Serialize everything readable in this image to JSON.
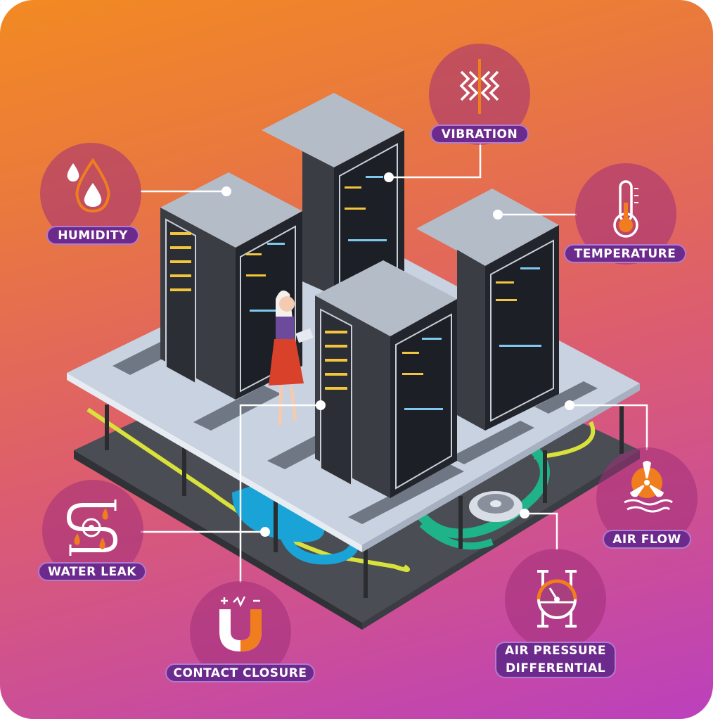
{
  "sensors": [
    {
      "id": "vibration",
      "label": "VIBRATION",
      "icon": "vibration-icon"
    },
    {
      "id": "humidity",
      "label": "HUMIDITY",
      "icon": "water-drops-icon"
    },
    {
      "id": "temperature",
      "label": "TEMPERATURE",
      "icon": "thermometer-icon"
    },
    {
      "id": "air_flow",
      "label": "AIR FLOW",
      "icon": "fan-icon"
    },
    {
      "id": "water_leak",
      "label": "WATER LEAK",
      "icon": "pipe-leak-icon"
    },
    {
      "id": "contact_closure",
      "label": "CONTACT CLOSURE",
      "icon": "magnet-icon"
    },
    {
      "id": "air_pressure",
      "label_line1": "AIR PRESSURE",
      "label_line2": "DIFFERENTIAL",
      "icon": "pressure-gauge-icon"
    }
  ],
  "colors": {
    "accent_orange": "#f07d1e",
    "pill_purple": "#6d2a8d",
    "rack_dark": "#2c2f36",
    "cable_yellow": "#d9e23a",
    "cable_green": "#1fb38a"
  }
}
